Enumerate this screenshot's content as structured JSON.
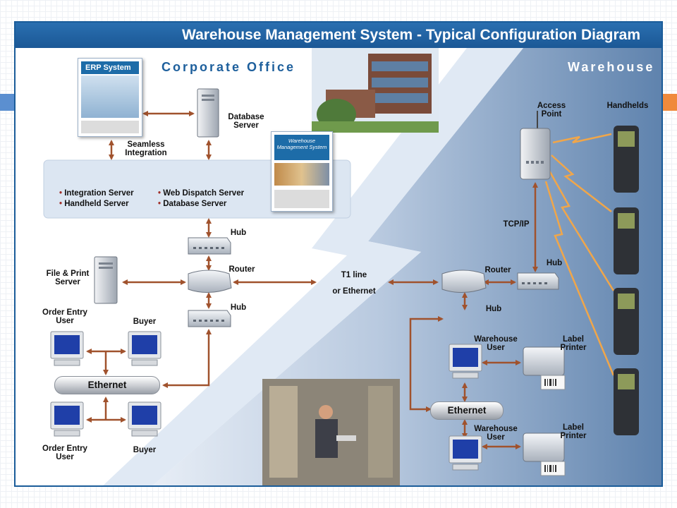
{
  "title": "Warehouse Management System - Typical Configuration Diagram",
  "sections": {
    "corporate": "Corporate Office",
    "warehouse": "Warehouse"
  },
  "erp_card": {
    "header": "ERP System"
  },
  "wms_card": {
    "header": "Warehouse Management System"
  },
  "labels": {
    "database_server": "Database Server",
    "seamless_integration": "Seamless Integration",
    "hub_top": "Hub",
    "router_left": "Router",
    "hub_left": "Hub",
    "file_print_server": "File & Print Server",
    "order_entry_user_top": "Order Entry User",
    "buyer_top": "Buyer",
    "order_entry_user_bottom": "Order Entry User",
    "buyer_bottom": "Buyer",
    "t1_line": "T1 line",
    "or_ethernet": "or Ethernet",
    "access_point": "Access Point",
    "handhelds": "Handhelds",
    "tcp_ip": "TCP/IP",
    "router_right": "Router",
    "hub_right_top": "Hub",
    "hub_right_bottom": "Hub",
    "warehouse_user_top": "Warehouse User",
    "label_printer_top": "Label Printer",
    "warehouse_user_bottom": "Warehouse User",
    "label_printer_bottom": "Label Printer"
  },
  "server_list": [
    "Integration Server",
    "Handheld Server",
    "Web Dispatch Server",
    "Database Server"
  ],
  "ethernet": {
    "left": "Ethernet",
    "right": "Ethernet"
  },
  "colors": {
    "title_bar": "#1b5896",
    "connector": "#a0522d",
    "section_title": "#1d5f9c",
    "accent_blue": "#5b8fd0",
    "accent_orange": "#f08a3c",
    "warehouse_panel": "#5e82ad",
    "wireless_bolt": "#f0a64a"
  }
}
